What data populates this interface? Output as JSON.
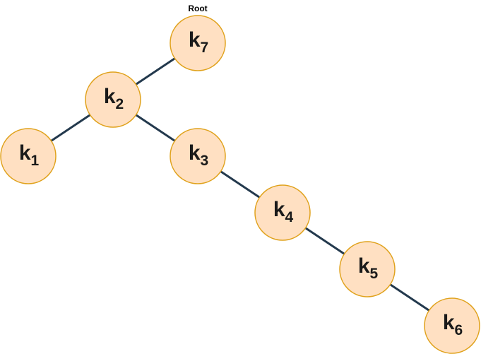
{
  "root_label": "Root",
  "colors": {
    "node_fill": "#ffe0c2",
    "node_stroke": "#e0a21c",
    "edge": "#23394d",
    "text": "#1a1a1a"
  },
  "nodes": [
    {
      "id": "k7",
      "letter": "k",
      "sub": "7"
    },
    {
      "id": "k2",
      "letter": "k",
      "sub": "2"
    },
    {
      "id": "k1",
      "letter": "k",
      "sub": "1"
    },
    {
      "id": "k3",
      "letter": "k",
      "sub": "3"
    },
    {
      "id": "k4",
      "letter": "k",
      "sub": "4"
    },
    {
      "id": "k5",
      "letter": "k",
      "sub": "5"
    },
    {
      "id": "k6",
      "letter": "k",
      "sub": "6"
    }
  ],
  "edges": [
    {
      "from": "k7",
      "to": "k2"
    },
    {
      "from": "k2",
      "to": "k1"
    },
    {
      "from": "k2",
      "to": "k3"
    },
    {
      "from": "k3",
      "to": "k4"
    },
    {
      "from": "k4",
      "to": "k5"
    },
    {
      "from": "k5",
      "to": "k6"
    }
  ]
}
